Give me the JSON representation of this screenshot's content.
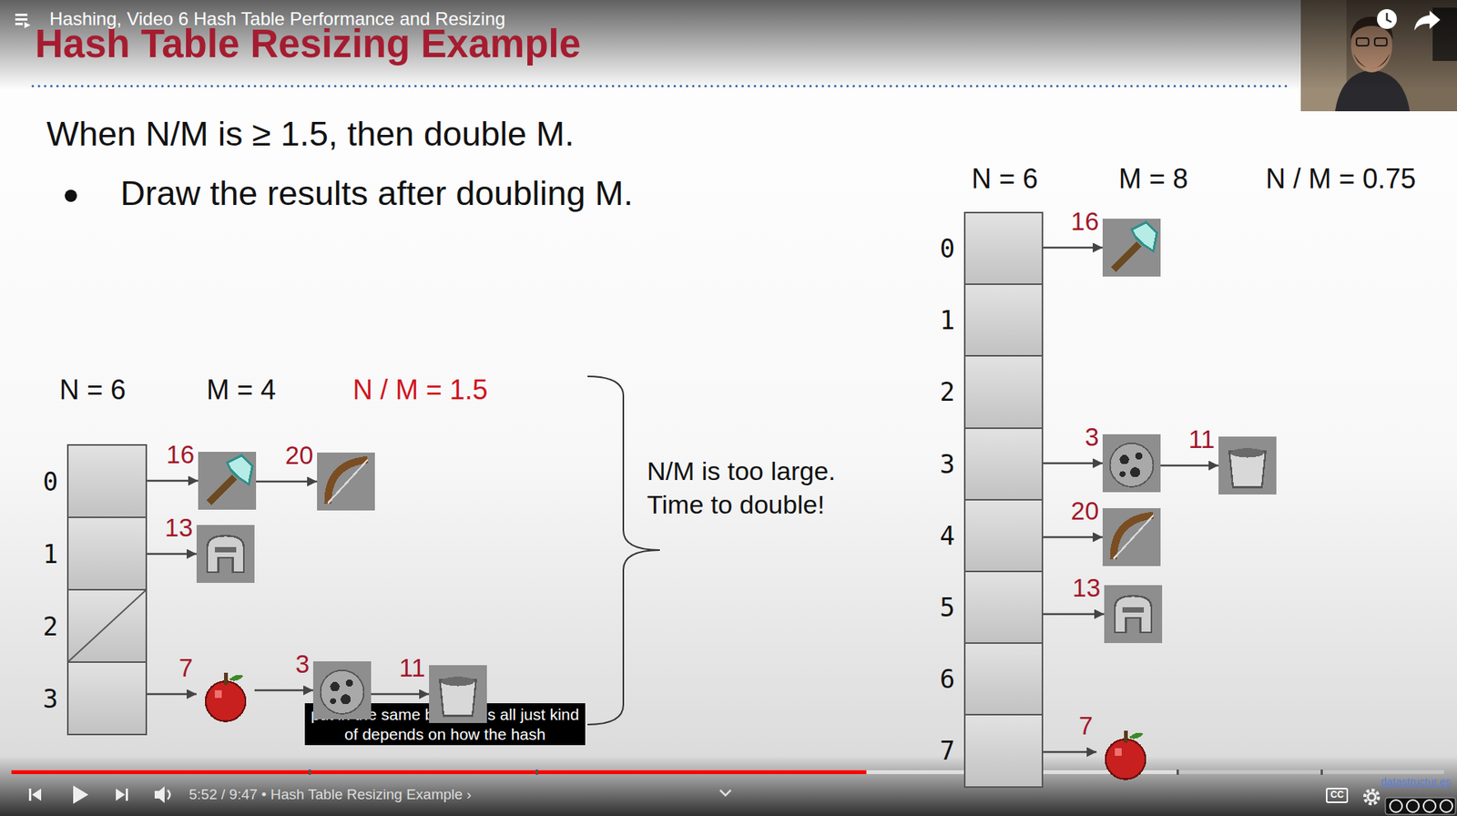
{
  "diagram": {
    "title": "Hash Table Resizing Example",
    "nodes": [
      {
        "text": [
          "0"
        ]
      },
      {
        "text": [
          "1"
        ]
      },
      {
        "text": [
          "2"
        ]
      },
      {
        "text": [
          "3"
        ]
      },
      {
        "text": [
          "16"
        ]
      },
      {
        "text": [
          "20"
        ]
      },
      {
        "text": [
          "13"
        ]
      },
      {
        "text": [
          "7"
        ]
      },
      {
        "text": [
          "3"
        ]
      },
      {
        "text": [
          "11"
        ]
      },
      {
        "text": [
          "0"
        ]
      },
      {
        "text": [
          "1"
        ]
      },
      {
        "text": [
          "2"
        ]
      },
      {
        "text": [
          "3"
        ]
      },
      {
        "text": [
          "4"
        ]
      },
      {
        "text": [
          "5"
        ]
      },
      {
        "text": [
          "6"
        ]
      },
      {
        "text": [
          "7"
        ]
      },
      {
        "text": [
          "16"
        ]
      },
      {
        "text": [
          "3"
        ]
      },
      {
        "text": [
          "11"
        ]
      },
      {
        "text": [
          "20"
        ]
      },
      {
        "text": [
          "13"
        ]
      },
      {
        "text": [
          "7"
        ]
      }
    ],
    "edges": [
      {
        "from": 0,
        "to": 4,
        "arrow": "to"
      },
      {
        "from": 4,
        "to": 5,
        "arrow": "to"
      },
      {
        "from": 1,
        "to": 6,
        "arrow": "to"
      },
      {
        "from": 3,
        "to": 7,
        "arrow": "to"
      },
      {
        "from": 7,
        "to": 8,
        "arrow": "to"
      },
      {
        "from": 8,
        "to": 9,
        "arrow": "to"
      },
      {
        "from": 10,
        "to": 18,
        "arrow": "to"
      },
      {
        "from": 13,
        "to": 19,
        "arrow": "to"
      },
      {
        "from": 19,
        "to": 20,
        "arrow": "to"
      },
      {
        "from": 14,
        "to": 21,
        "arrow": "to"
      },
      {
        "from": 15,
        "to": 22,
        "arrow": "to"
      },
      {
        "from": 17,
        "to": 23,
        "arrow": "to"
      }
    ],
    "labels": [
      "Hashing, Video 6 Hash Table Performance and Resizing",
      "When N/M is ≥ 1.5, then double M.",
      "Draw the results after doubling M.",
      "N = 6",
      "M = 4",
      "N / M = 1.5",
      "N/M is too large. Time to double!",
      "N = 6",
      "M = 8",
      "N / M = 0.75",
      "put in the same bucket it's all just kind of depends on how the hash",
      "5:52 / 9:47 • Hash Table Resizing Example ›",
      "CC",
      "datastructur.es"
    ]
  }
}
